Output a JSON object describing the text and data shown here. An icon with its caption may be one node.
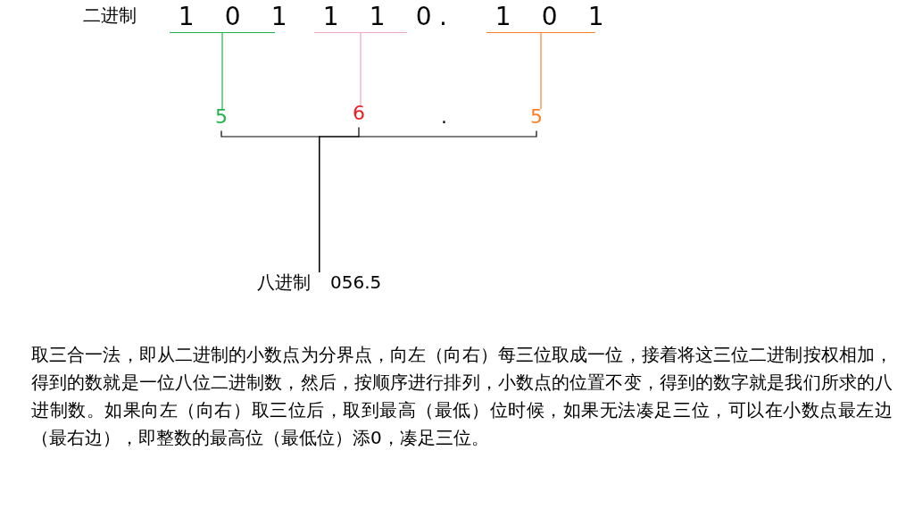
{
  "diagram": {
    "nodes": [
      {
        "text": [
          "1 0 1"
        ]
      },
      {
        "text": [
          "1 1 0"
        ]
      },
      {
        "text": [
          "1 0 1"
        ]
      },
      {
        "text": [
          "5"
        ]
      },
      {
        "text": [
          "6"
        ]
      },
      {
        "text": [
          "5"
        ]
      },
      {
        "text": [
          "八进制",
          "056.5"
        ]
      }
    ],
    "edges": [
      {
        "from": 0,
        "to": 3,
        "arrow": "none",
        "color": "#22b14c"
      },
      {
        "from": 1,
        "to": 4,
        "arrow": "none",
        "color": "#f4a6c0"
      },
      {
        "from": 2,
        "to": 5,
        "arrow": "none",
        "color": "#ff7f27"
      },
      {
        "from": 3,
        "to": 6,
        "arrow": "none"
      },
      {
        "from": 4,
        "to": 6,
        "arrow": "none"
      },
      {
        "from": 5,
        "to": 6,
        "arrow": "none"
      }
    ],
    "labels": [
      "二进制",
      ".",
      ".",
      "取三合一法，即从二进制的小数点为分界点，向左（向右）每三位取成一位，接着将这三位二进制按权相加，得到的数就是一位八位二进制数，然后，按顺序进行排列，小数点的位置不变，得到的数字就是我们所求的八进制数。如果向左（向右）取三位后，取到最高（最低）位时候，如果无法凑足三位，可以在小数点最左边（最右边），即整数的最高位（最低位）添0，凑足三位。"
    ]
  }
}
